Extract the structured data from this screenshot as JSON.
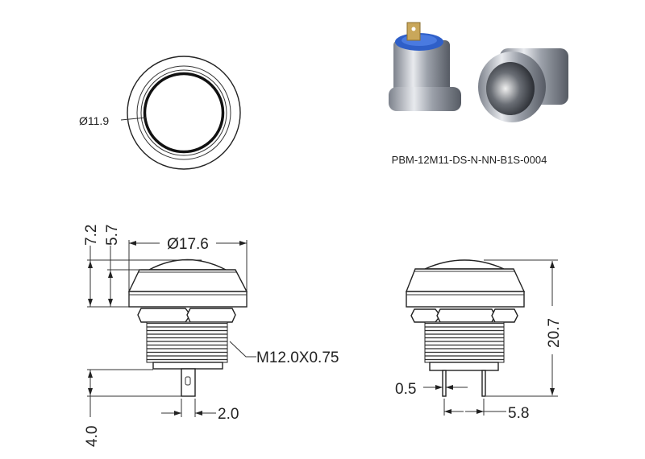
{
  "top_view": {
    "diameter_label": "Ø11.9"
  },
  "product": {
    "part_number": "PBM-12M11-DS-N-NN-B1S-0004"
  },
  "side_view_left": {
    "cap_diameter": "Ø17.6",
    "overall_cap_height": "7.2",
    "cap_height": "5.7",
    "thread_label": "M12.0X0.75",
    "pin_length": "4.0",
    "pin_width": "2.0"
  },
  "side_view_right": {
    "total_height": "20.7",
    "pin_thickness": "0.5",
    "pin_spacing": "5.8"
  },
  "colors": {
    "line": "#222222",
    "cap_blue": "#2f5fc8",
    "metal": "#b8bcc4"
  }
}
